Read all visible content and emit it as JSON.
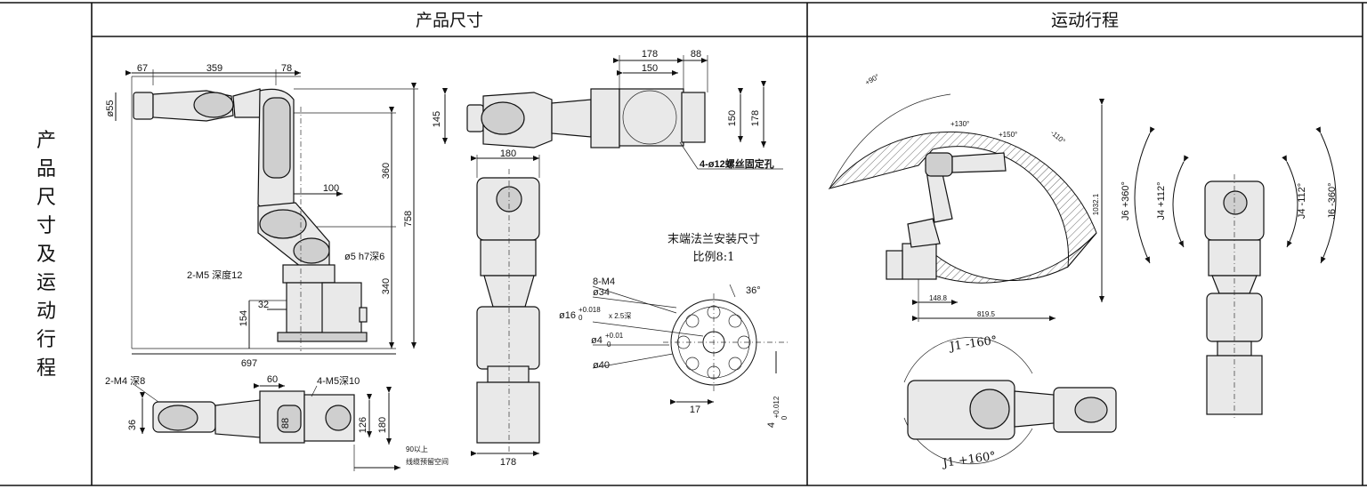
{
  "headers": {
    "dimensions": "产品尺寸",
    "motion": "运动行程"
  },
  "side_label": [
    "产",
    "品",
    "尺",
    "寸",
    "及",
    "运",
    "动",
    "行",
    "程"
  ],
  "side_dims": {
    "d67": "67",
    "d359": "359",
    "d78": "78",
    "d55": "ø55",
    "d360": "360",
    "d758": "758",
    "d100": "100",
    "d5h7": "ø5 h7深6",
    "m5": "2-M5 深度12",
    "d32": "32",
    "d340": "340",
    "d154": "154",
    "d697": "697"
  },
  "top_dims": {
    "d178": "178",
    "d88": "88",
    "d150": "150",
    "d145": "145",
    "d150v": "150",
    "d178v": "178",
    "hole": "4-ø12螺丝固定孔",
    "d180": "180"
  },
  "bottom_dims": {
    "m4": "2-M4 深8",
    "d60": "60",
    "m5": "4-M5深10",
    "d36": "36",
    "d88": "88",
    "d126": "126",
    "d180": "180",
    "space_num": "90以上",
    "space_txt": "线缆预留空间"
  },
  "front_dims": {
    "d180": "180",
    "d178": "178"
  },
  "flange": {
    "title": "末端法兰安装尺寸",
    "scale": "比例8:1",
    "m4": "8-M4",
    "d34": "ø34",
    "d16": "ø16",
    "d16_tol_up": "+0.018",
    "d16_tol_dn": "0",
    "d16_depth": "x 2.5深",
    "d4": "ø4",
    "d4_tol_up": "+0.01",
    "d4_tol_dn": "0",
    "d40": "ø40",
    "a36": "36°",
    "d17": "17",
    "d4v": "4",
    "d4v_tol_up": "+0.012",
    "d4v_tol_dn": "0"
  },
  "motion": {
    "a90": "+90°",
    "a110": "-110°",
    "a130": "+130°",
    "a150": "+150°",
    "d1032": "1032.1",
    "d148": "148.8",
    "d819": "819.5",
    "j6p": "J6 +360°",
    "j4p": "J4 +112°",
    "j4m": "J4 -112°",
    "j6m": "J6 -360°",
    "j1m": "J1 -160°",
    "j1p": "J1 +160°"
  }
}
